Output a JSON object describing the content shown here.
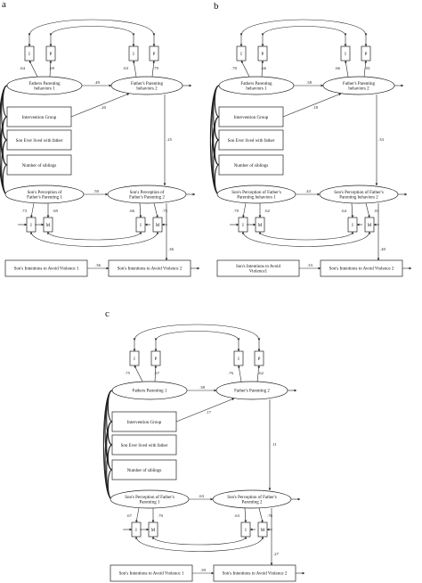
{
  "panels": [
    {
      "letter": "a",
      "father1": [
        "Fathers Parenting",
        "behaviors  1"
      ],
      "father2": [
        "Father's Parenting",
        "behaviors  2"
      ],
      "cov": [
        "Intervention Group",
        "Son Ever lived with father",
        "Number of siblings"
      ],
      "son1": [
        "Son's Perception of",
        "Father's Parenting 1"
      ],
      "son2": [
        "Son's Perception of",
        "Father's Parenting 2"
      ],
      "int1": [
        "Son's Intentions to Avoid Violence  1"
      ],
      "int2": [
        "Son's Intentions to Avoid Violence  2"
      ],
      "top_i1": "I",
      "top_p1": "P",
      "top_i2": "I",
      "top_p2": "P",
      "bot_i1": "I",
      "bot_m1": "M",
      "bot_i2": "I",
      "bot_m2": "M",
      "c_load_top": [
        ".64",
        ".69",
        ".63",
        ".79"
      ],
      "c_load_bot": [
        ".73",
        ".69",
        ".66",
        ".75"
      ],
      "c_father": ".49",
      "c_interv": ".20",
      "c_down": ".25",
      "c_son": ".50",
      "c_intent_in": ".36",
      "c_intent": ".36"
    },
    {
      "letter": "b",
      "father1": [
        "Fathers Parenting",
        "behaviors 1"
      ],
      "father2": [
        "Father's Parenting",
        "behaviors 2"
      ],
      "cov": [
        "Intervention Group",
        "Son Ever lived with father",
        "Number of siblings"
      ],
      "son1": [
        "Son's Perception of Father's",
        "Parenting behaviors 1"
      ],
      "son2": [
        "Son's Perception of Father's",
        "Parenting behaviors 2"
      ],
      "int1": [
        "Son's Intentions to Avoid",
        "Violence1"
      ],
      "int2": [
        "Son's Intentions to Avoid Violence 2"
      ],
      "top_i1": "I",
      "top_p1": "P",
      "top_i2": "I",
      "top_p2": "P",
      "bot_i1": "I",
      "bot_m1": "M",
      "bot_i2": "I",
      "bot_m2": "M",
      "c_load_top": [
        ".70",
        ".66",
        ".66",
        ".81"
      ],
      "c_load_bot": [
        ".70",
        ".62",
        ".64",
        ".81"
      ],
      "c_father": ".58",
      "c_interv": ".18",
      "c_down": ".33",
      "c_son": ".43",
      "c_intent_in": ".40",
      "c_intent": ".33"
    },
    {
      "letter": "c",
      "father1": [
        "Fathers Parenting  1"
      ],
      "father2": [
        "Father's Parenting  2"
      ],
      "cov": [
        "Intervention Group",
        "Son Ever lived with father",
        "Number of siblings"
      ],
      "son1": [
        "Son's Perception of Father's",
        "Parenting  1"
      ],
      "son2": [
        "Son's Perception of Father's",
        "Parenting  2"
      ],
      "int1": [
        "Son's Intentions to Avoid Violence  1"
      ],
      "int2": [
        "Son's Intentions to Avoid Violence  2"
      ],
      "top_i1": "I",
      "top_p1": "P",
      "top_i2": "I",
      "top_p2": "P",
      "bot_i1": "I",
      "bot_m1": "M",
      "bot_i2": "I",
      "bot_m2": "M",
      "c_load_top": [
        ".75",
        ".57",
        ".76",
        ".62"
      ],
      "c_load_bot": [
        ".67",
        ".70",
        ".63",
        ".76"
      ],
      "c_father": ".38",
      "c_interv": ".17",
      "c_down": ".11",
      "c_son": ".63",
      "c_intent_in": ".27",
      "c_intent": ".39"
    }
  ]
}
